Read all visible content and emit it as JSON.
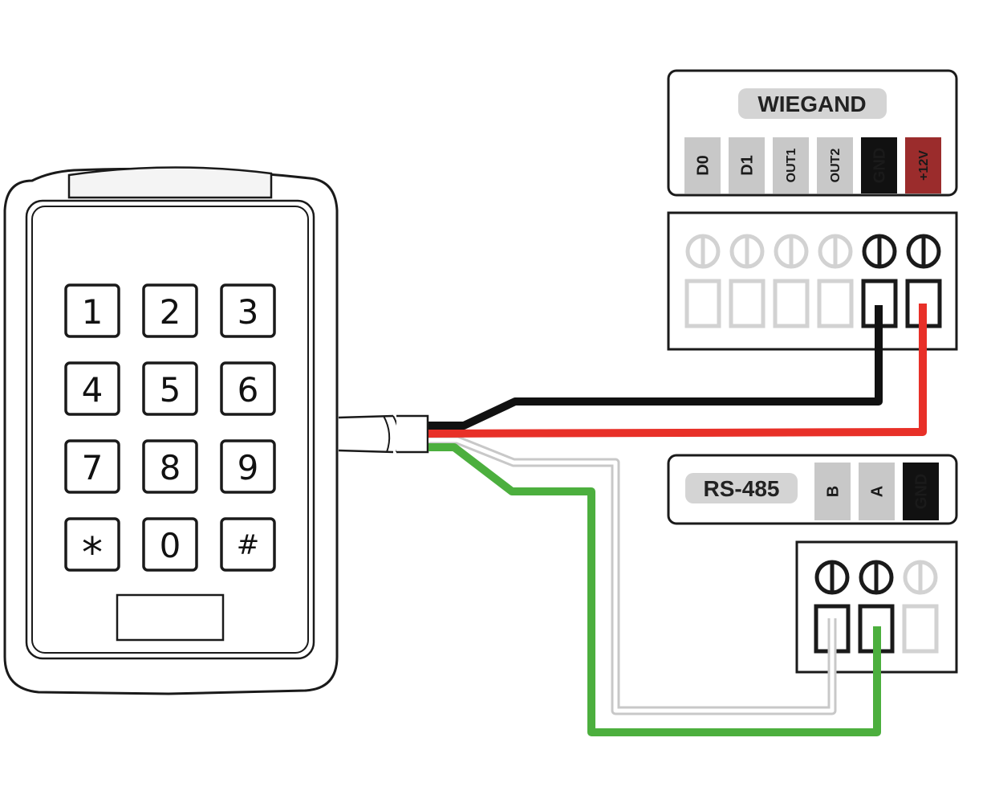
{
  "keypad": {
    "keys": [
      "1",
      "2",
      "3",
      "4",
      "5",
      "6",
      "7",
      "8",
      "9",
      "*",
      "0",
      "#"
    ]
  },
  "wiegand": {
    "title": "WIEGAND",
    "pins": [
      "D0",
      "D1",
      "OUT1",
      "OUT2",
      "GND",
      "+12V"
    ],
    "connected": [
      false,
      false,
      false,
      false,
      true,
      true
    ]
  },
  "rs485": {
    "title": "RS-485",
    "pins": [
      "B",
      "A",
      "GND"
    ],
    "connected": [
      true,
      true,
      false
    ]
  },
  "colors": {
    "outline": "#1a1a1a",
    "tab_gray": "#c8c8c8",
    "gnd_tab": "#111111",
    "power_tab": "#9b2c2c",
    "unused": "#d2d2d2",
    "wire_black": "#111111",
    "wire_red": "#e83028",
    "wire_white": "#c8c8c8",
    "wire_green": "#4caf3e"
  }
}
